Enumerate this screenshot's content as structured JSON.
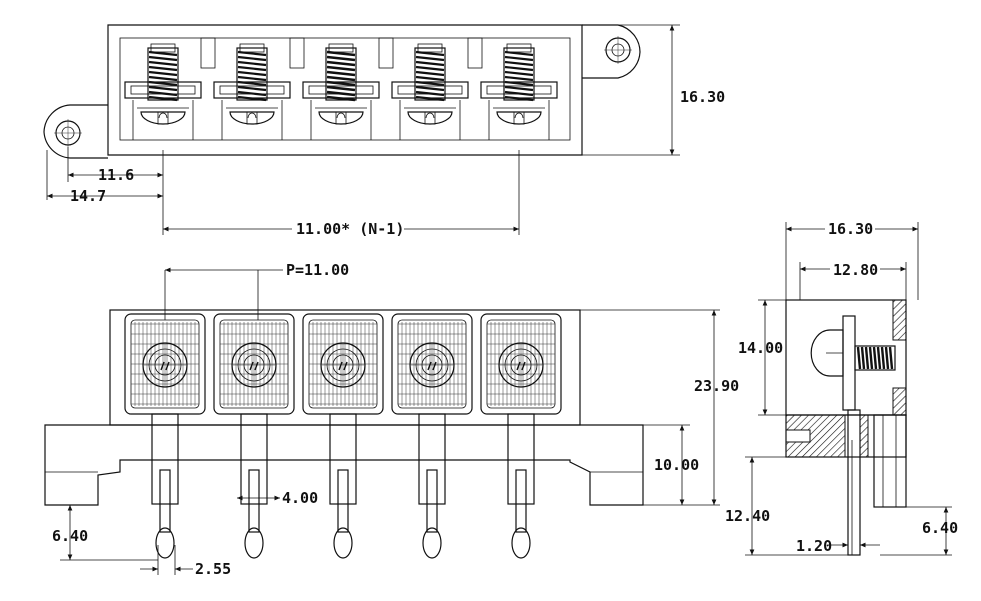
{
  "top_view": {
    "dim_height": "16.30",
    "dim_a": "11.6",
    "dim_b": "14.7",
    "dim_span": "11.00* (N-1)"
  },
  "front_view": {
    "dim_pitch": "P=11.00",
    "dim_total_height": "23.90",
    "dim_base_height": "10.00",
    "dim_pin_offset": "4.00",
    "dim_pin_length": "6.40",
    "dim_pin_width": "2.55"
  },
  "side_view": {
    "dim_width": "16.30",
    "dim_inner_width": "12.80",
    "dim_head_height": "14.00",
    "dim_pin_length": "12.40",
    "dim_pin_thickness": "1.20",
    "dim_right_pin": "6.40"
  },
  "terminal_count": 5
}
